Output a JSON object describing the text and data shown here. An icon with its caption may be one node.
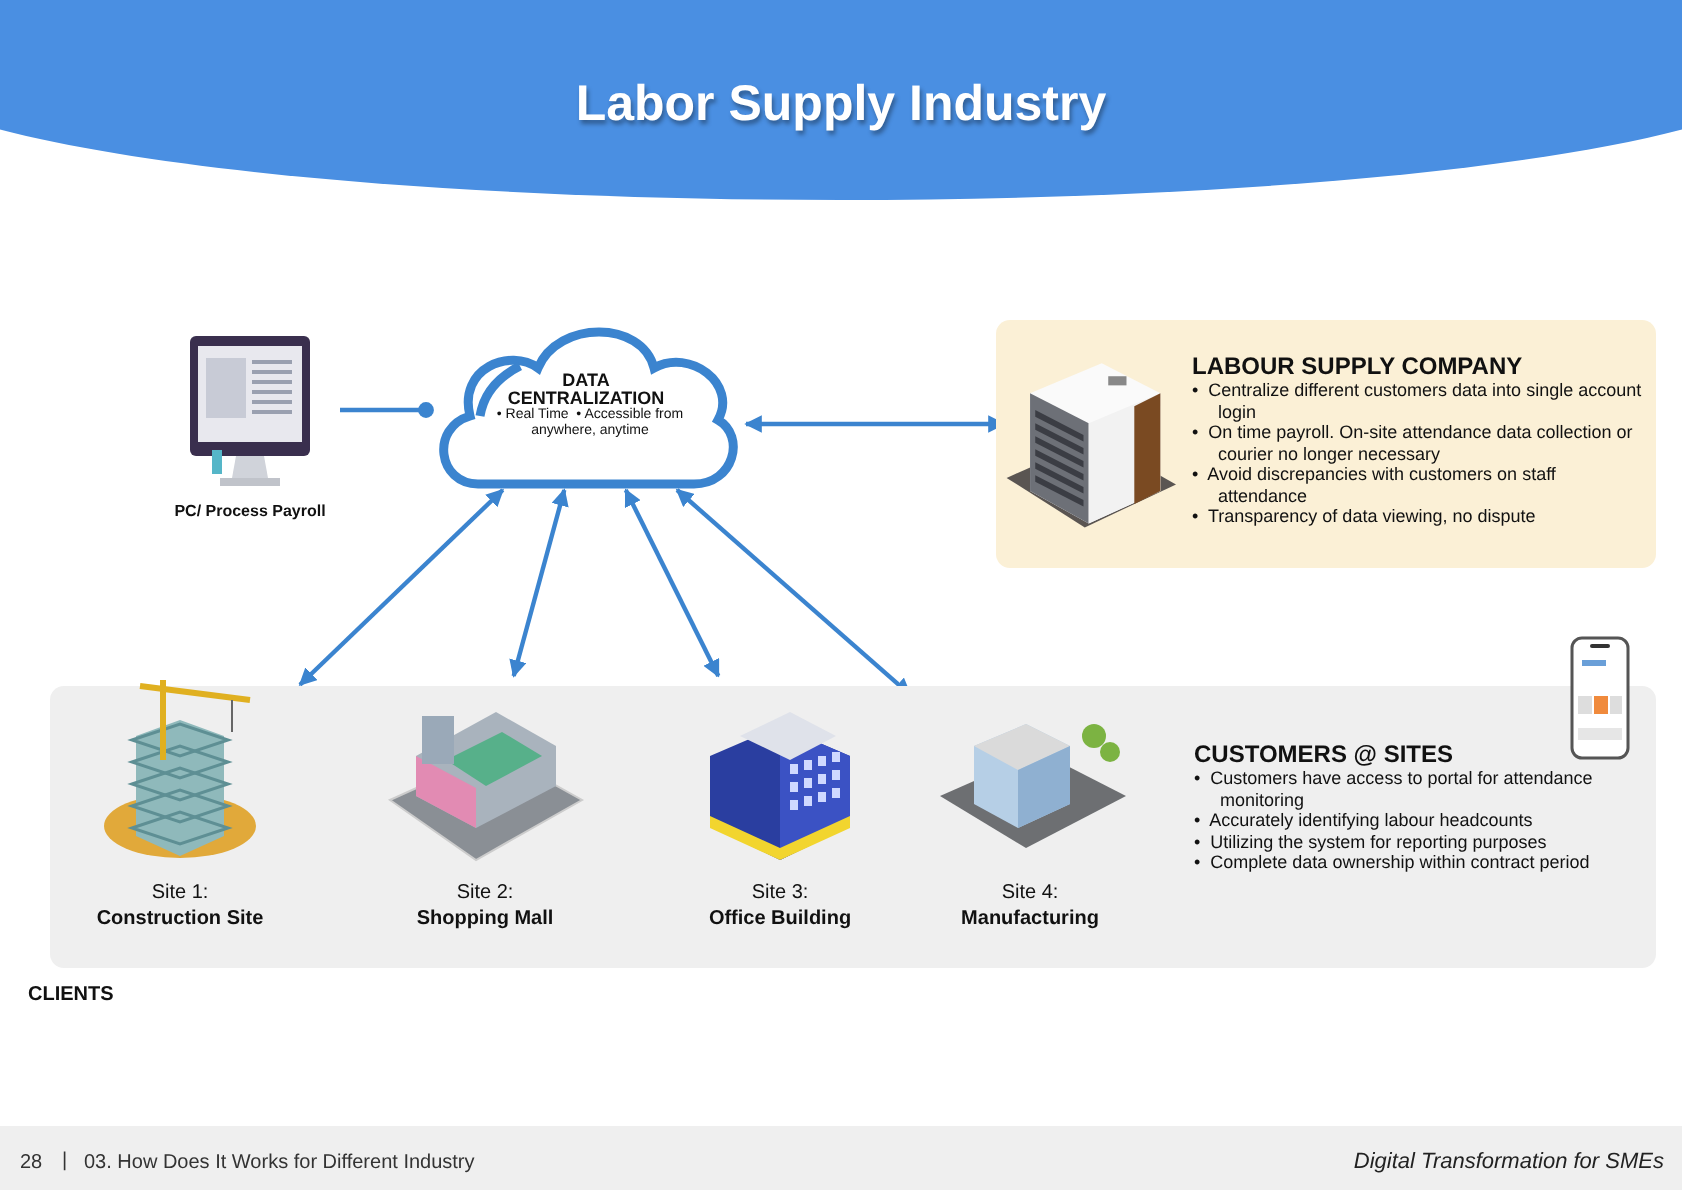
{
  "diagram": {
    "title": "Labor Supply Industry",
    "nodes": [
      {
        "text": [
          "PC/ Process Payroll"
        ]
      },
      {
        "text": [
          "DATA CENTRALIZATION",
          "• Real Time  • Accessible from anywhere, anytime"
        ]
      },
      {
        "text": [
          "LABOUR SUPPLY COMPANY",
          "•  Centralize different customers data into single account login",
          "•  On time payroll. On-site attendance data collection or courier no longer necessary",
          "•  Avoid discrepancies with customers on staff attendance",
          "•  Transparency of data viewing, no dispute"
        ]
      },
      {
        "text": [],
        "shape": "picture",
        "in": 2
      },
      {
        "text": [
          "CUSTOMERS @ SITES",
          "•  Customers have access to portal for attendance monitoring",
          "•  Accurately identifying labour headcounts",
          "•  Utilizing the system for reporting purposes",
          "•  Complete data ownership within contract period"
        ]
      },
      {
        "text": [
          "Site 1:",
          "Construction Site"
        ],
        "in": 4
      },
      {
        "text": [
          "Site 2:",
          "Shopping Mall"
        ],
        "in": 4
      },
      {
        "text": [
          "Site 3:",
          "Office Building"
        ],
        "in": 4
      },
      {
        "text": [
          "Site 4:",
          "Manufacturing"
        ],
        "in": 4
      }
    ],
    "edges": [
      {
        "from": 0,
        "to": 1,
        "arrow": "other"
      },
      {
        "from": 1,
        "to": 3,
        "arrow": "both"
      },
      {
        "from": 1,
        "to": 5,
        "arrow": "both"
      },
      {
        "from": 1,
        "to": 6,
        "arrow": "both"
      },
      {
        "from": 1,
        "to": 7,
        "arrow": "both"
      },
      {
        "from": 1,
        "to": 8,
        "arrow": "both"
      }
    ],
    "labels": [
      "CLIENTS",
      "28",
      "|",
      "03. How Does It Works for Different Industry",
      "Digital Transformation for SMEs"
    ]
  }
}
